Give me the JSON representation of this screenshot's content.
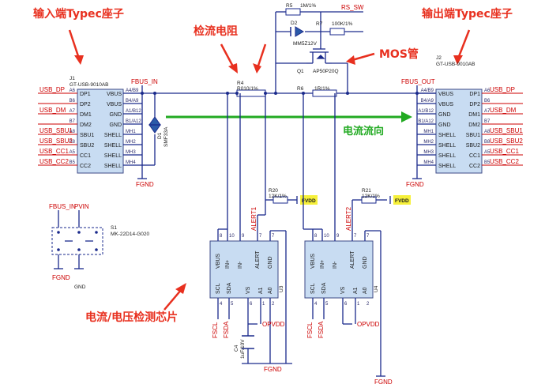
{
  "annotations": {
    "input_port": "输入端Typec座子",
    "output_port": "输出端Typec座子",
    "sense_resistor": "检流电阻",
    "mos": "MOS管",
    "current_direction": "电流流向",
    "sense_chip": "电流/电压检测芯片"
  },
  "j1": {
    "ref": "J1",
    "part": "GT-USB-9010AB",
    "left_pins": [
      "DP1",
      "DP2",
      "DM1",
      "DM2",
      "SBU1",
      "SBU2",
      "CC1",
      "CC2"
    ],
    "right_pins": [
      "VBUS",
      "VBUS",
      "GND",
      "GND",
      "SHELL",
      "SHELL",
      "SHELL",
      "SHELL"
    ],
    "pin_nums_left": [
      "A6",
      "B6",
      "A7",
      "B7",
      "A8",
      "B8",
      "A5",
      "B5"
    ],
    "pin_nums_right": [
      "A4/B9",
      "B4/A9",
      "A1/B12",
      "B1/A12",
      "MH1",
      "MH2",
      "MH3",
      "MH4"
    ],
    "nets": [
      "USB_DP",
      "",
      "USB_DM",
      "",
      "USB_SBU1",
      "USB_SBU2",
      "USB_CC1",
      "USB_CC2"
    ]
  },
  "j2": {
    "ref": "J2",
    "part": "GT-USB-9010AB",
    "left_pins": [
      "VBUS",
      "VBUS",
      "GND",
      "GND",
      "SHELL",
      "SHELL",
      "SHELL",
      "SHELL"
    ],
    "right_pins": [
      "DP1",
      "DP2",
      "DM1",
      "DM2",
      "SBU1",
      "SBU2",
      "CC1",
      "CC2"
    ],
    "pin_nums_left": [
      "A4/B9",
      "B4/A9",
      "A1/B12",
      "B1/A12",
      "MH1",
      "MH2",
      "MH3",
      "MH4"
    ],
    "pin_nums_right": [
      "A6",
      "B6",
      "A7",
      "B7",
      "A8",
      "B8",
      "A5",
      "B5"
    ],
    "nets": [
      "USB_DP",
      "",
      "USB_DM",
      "",
      "USB_SBU1",
      "USB_SBU2",
      "USB_CC1",
      "USB_CC2"
    ]
  },
  "nets": {
    "fbus_in": "FBUS_IN",
    "fbus_out": "FBUS_OUT",
    "pvin": "PVIN",
    "fgnd": "FGND",
    "gnd": "GND",
    "fvdd": "FVDD",
    "opvdd": "OPVDD",
    "rs_sw": "RS_SW",
    "fscl": "FSCL",
    "fsda": "FSDA",
    "alert1": "ALERT1",
    "alert2": "ALERT2"
  },
  "parts": {
    "r4": {
      "ref": "R4",
      "value": "R010/1%"
    },
    "r5": {
      "ref": "R5",
      "value": "1M/1%"
    },
    "r6": {
      "ref": "R6",
      "value": "1R/1%"
    },
    "r7": {
      "ref": "R7",
      "value": "100K/1%"
    },
    "r20": {
      "ref": "R20",
      "value": "12K/1%"
    },
    "r21": {
      "ref": "R21",
      "value": "12K/1%"
    },
    "d1": {
      "ref": "D1",
      "value": "SMF33A"
    },
    "d2": {
      "ref": "D2",
      "value": "MM5Z12V"
    },
    "q1": {
      "ref": "Q1",
      "value": "AP50P20Q"
    },
    "s1": {
      "ref": "S1",
      "value": "MK-22D14-G020"
    },
    "c4": {
      "ref": "C4",
      "value": "1uF/10V"
    },
    "u3": {
      "ref": "U3"
    },
    "u4": {
      "ref": "U4"
    }
  },
  "ic_pins": {
    "top": [
      "VBUS",
      "IN+",
      "IN-",
      "ALERT",
      "GND"
    ],
    "top_nums": [
      "8",
      "10",
      "9",
      "7",
      "7"
    ],
    "bottom": [
      "SCL",
      "SDA",
      "VS",
      "A1",
      "A0"
    ],
    "bottom_nums": [
      "4",
      "5",
      "6",
      "1",
      "2"
    ]
  },
  "colors": {
    "title_red": "#e8301f",
    "net_red": "#cc0000",
    "wire_blue": "#1a2a8c",
    "chip_fill": "#c8dcf2",
    "arrow_green": "#22aa22",
    "fvdd_yellow": "#f6f03a"
  }
}
